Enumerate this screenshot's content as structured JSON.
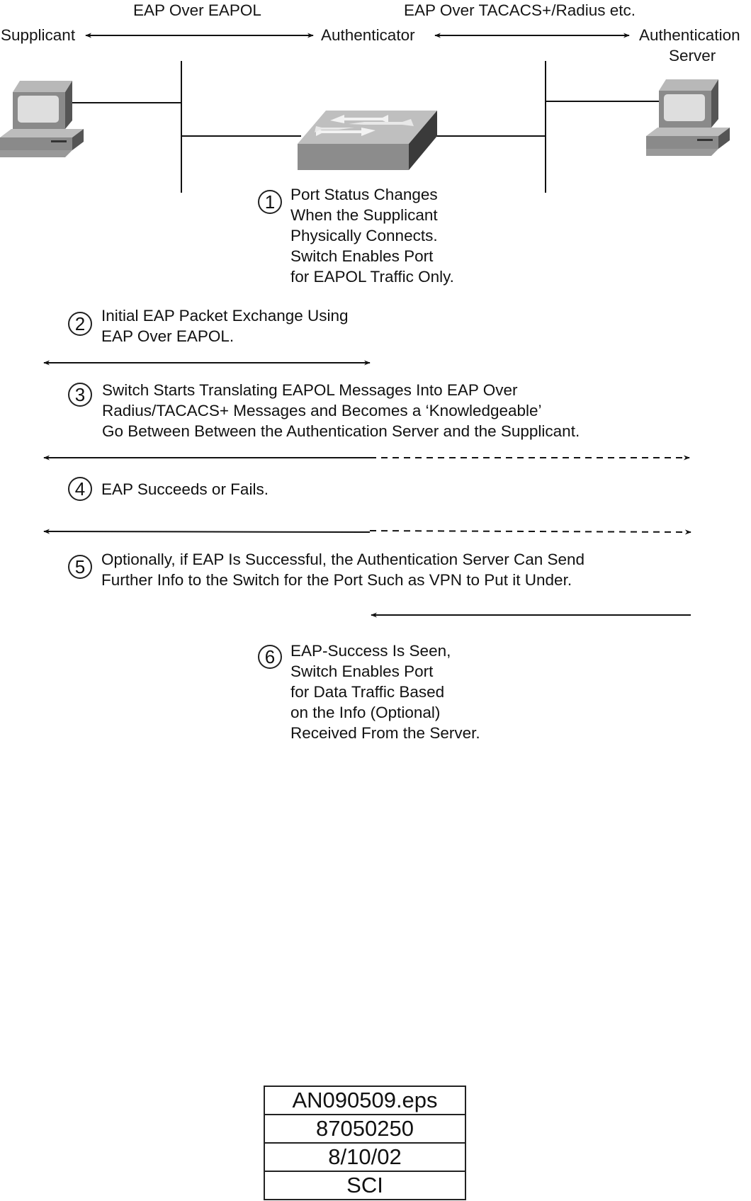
{
  "header": {
    "eap_over_eapol": "EAP Over EAPOL",
    "eap_over_tacacs": "EAP Over TACACS+/Radius etc.",
    "supplicant": "Supplicant",
    "authenticator": "Authenticator",
    "auth_server_line1": "Authentication",
    "auth_server_line2": "Server"
  },
  "steps": [
    {
      "num": "1",
      "lines": [
        "Port Status Changes",
        "When the Supplicant",
        "Physically Connects.",
        "Switch Enables Port",
        "for EAPOL Traffic Only."
      ]
    },
    {
      "num": "2",
      "lines": [
        "Initial EAP Packet Exchange Using",
        "EAP Over EAPOL."
      ]
    },
    {
      "num": "3",
      "lines": [
        "Switch Starts Translating EAPOL Messages Into EAP Over",
        "Radius/TACACS+ Messages and Becomes a ‘Knowledgeable’",
        "Go Between Between the Authentication Server and the Supplicant."
      ]
    },
    {
      "num": "4",
      "lines": [
        "EAP Succeeds or Fails."
      ]
    },
    {
      "num": "5",
      "lines": [
        "Optionally, if EAP Is Successful, the Authentication Server Can Send",
        "Further Info to the Switch for the Port Such as VPN to Put it Under."
      ]
    },
    {
      "num": "6",
      "lines": [
        "EAP-Success Is Seen,",
        "Switch Enables Port",
        "for Data Traffic Based",
        "on the Info (Optional)",
        "Received From the Server."
      ]
    }
  ],
  "label_box": [
    "AN090509.eps",
    "87050250",
    "8/10/02",
    "SCI"
  ],
  "icons": [
    "supplicant-pc-icon",
    "switch-icon",
    "auth-server-pc-icon"
  ]
}
